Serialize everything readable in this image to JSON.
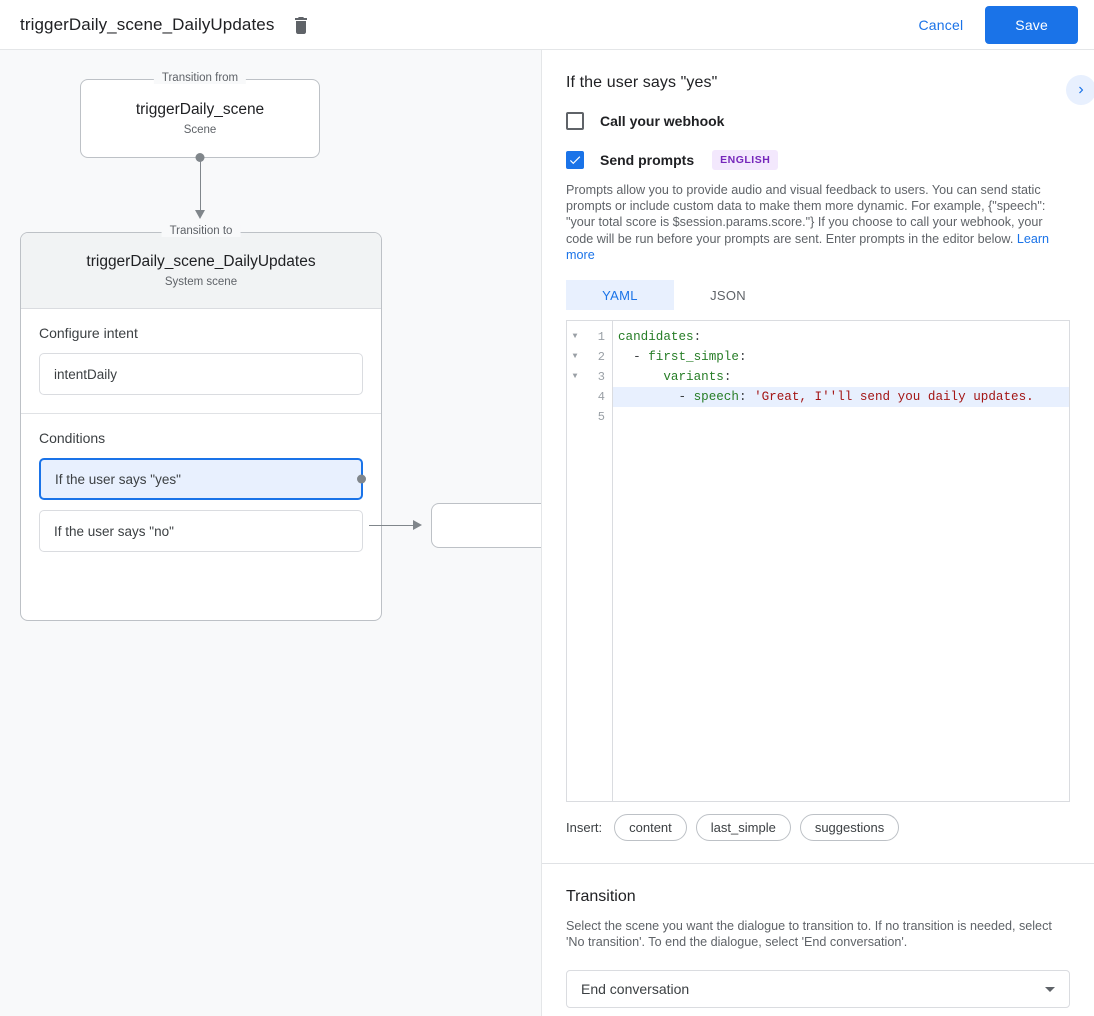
{
  "topbar": {
    "title": "triggerDaily_scene_DailyUpdates",
    "delete_icon": "trash-icon",
    "cancel_label": "Cancel",
    "save_label": "Save"
  },
  "canvas": {
    "from_node": {
      "legend": "Transition from",
      "title": "triggerDaily_scene",
      "subtitle": "Scene"
    },
    "to_node": {
      "legend": "Transition to",
      "title": "triggerDaily_scene_DailyUpdates",
      "subtitle": "System scene"
    },
    "intent_section": {
      "label": "Configure intent",
      "value": "intentDaily"
    },
    "conditions_section": {
      "label": "Conditions",
      "items": [
        {
          "label": "If the user says \"yes\"",
          "selected": true
        },
        {
          "label": "If the user says \"no\"",
          "selected": false
        }
      ]
    }
  },
  "panel": {
    "title": "If the user says \"yes\"",
    "expand_icon": "chevron-right-icon",
    "webhook": {
      "label": "Call your webhook",
      "checked": false
    },
    "prompts": {
      "label": "Send prompts",
      "checked": true,
      "language_badge": "ENGLISH",
      "description": "Prompts allow you to provide audio and visual feedback to users. You can send static prompts or include custom data to make them more dynamic. For example, {\"speech\": \"your total score is $session.params.score.\"} If you choose to call your webhook, your code will be run before your prompts are sent. Enter prompts in the editor below.",
      "learn_more": "Learn more"
    },
    "editor": {
      "tabs": [
        {
          "label": "YAML",
          "active": true
        },
        {
          "label": "JSON",
          "active": false
        }
      ],
      "lines": [
        {
          "num": "1",
          "fold": true,
          "active": false,
          "tokens": [
            {
              "t": "candidates",
              "c": "tok-key"
            },
            {
              "t": ":",
              "c": "tok-punc"
            }
          ]
        },
        {
          "num": "2",
          "fold": true,
          "active": false,
          "tokens": [
            {
              "t": "  - ",
              "c": "tok-punc"
            },
            {
              "t": "first_simple",
              "c": "tok-key"
            },
            {
              "t": ":",
              "c": "tok-punc"
            }
          ]
        },
        {
          "num": "3",
          "fold": true,
          "active": false,
          "tokens": [
            {
              "t": "      ",
              "c": "tok-punc"
            },
            {
              "t": "variants",
              "c": "tok-key"
            },
            {
              "t": ":",
              "c": "tok-punc"
            }
          ]
        },
        {
          "num": "4",
          "fold": false,
          "active": true,
          "tokens": [
            {
              "t": "        - ",
              "c": "tok-punc"
            },
            {
              "t": "speech",
              "c": "tok-key"
            },
            {
              "t": ": ",
              "c": "tok-punc"
            },
            {
              "t": "'Great, I''ll send you daily updates.",
              "c": "tok-str"
            }
          ]
        },
        {
          "num": "5",
          "fold": false,
          "active": false,
          "tokens": []
        }
      ],
      "insert_label": "Insert:",
      "insert_chips": [
        "content",
        "last_simple",
        "suggestions"
      ]
    },
    "transition": {
      "title": "Transition",
      "description": "Select the scene you want the dialogue to transition to. If no transition is needed, select 'No transition'. To end the dialogue, select 'End conversation'.",
      "selected": "End conversation",
      "caret_icon": "chevron-down-icon"
    }
  },
  "colors": {
    "accent": "#1a73e8",
    "accent_bg": "#e8f0fe",
    "badge_fg": "#7627bb",
    "badge_bg": "#f3e8fd",
    "canvas_bg": "#f8f9fa"
  }
}
